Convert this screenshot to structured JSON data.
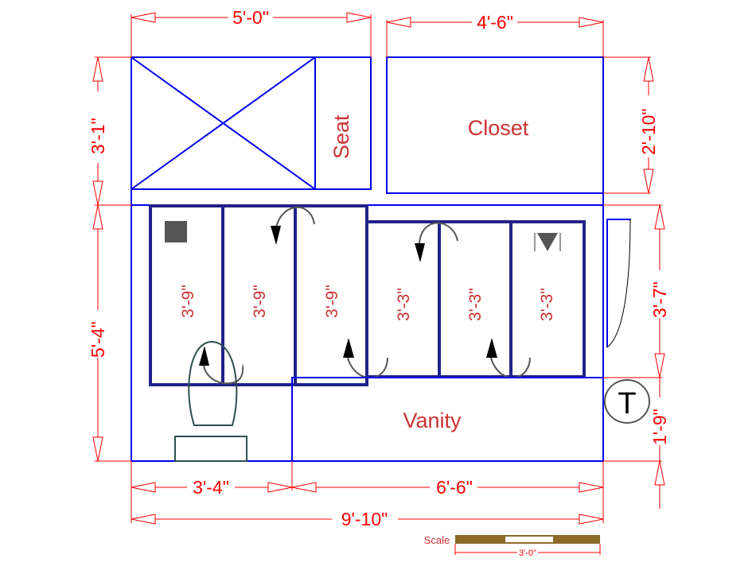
{
  "plan": {
    "rooms": {
      "seat_label": "Seat",
      "closet_label": "Closet",
      "vanity_label": "Vanity",
      "towel_symbol": "T"
    },
    "dimensions": {
      "top_left_width": "5'-0\"",
      "top_right_width": "4'-6\"",
      "left_upper_height": "3'-1\"",
      "left_lower_height": "5'-4\"",
      "right_closet_height": "2'-10\"",
      "right_mid_height": "3'-7\"",
      "right_lower_height": "1'-9\"",
      "bottom_left_width": "3'-4\"",
      "bottom_right_width": "6'-6\"",
      "overall_width": "9'-10\""
    },
    "stalls": [
      {
        "depth": "3'-9\""
      },
      {
        "depth": "3'-9\""
      },
      {
        "depth": "3'-9\""
      },
      {
        "depth": "3'-3\""
      },
      {
        "depth": "3'-3\""
      },
      {
        "depth": "3'-3\""
      }
    ],
    "scale": {
      "label": "Scale",
      "length": "3'-0\"",
      "bar_color": "#8b6b2a"
    },
    "colors": {
      "wall": "#0000ee",
      "stall": "#22228a",
      "dimension": "#ff0000",
      "label": "#cc3333"
    }
  }
}
